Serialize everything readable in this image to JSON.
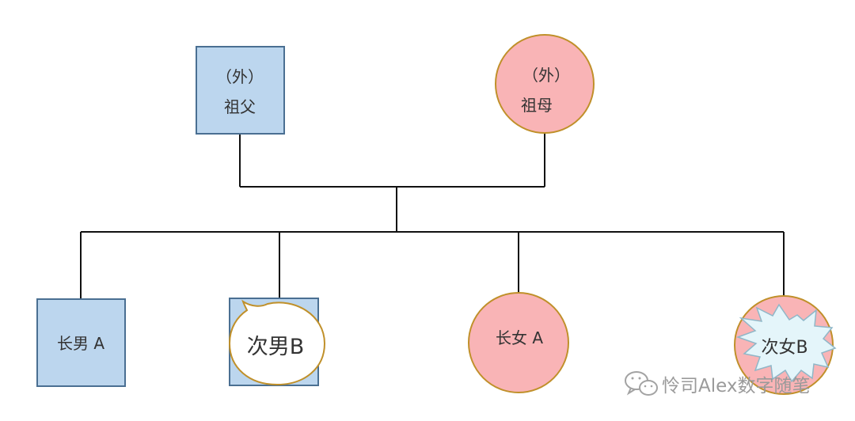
{
  "colors": {
    "male_fill": "#bcd6ee",
    "male_stroke": "#4a6f92",
    "female_fill": "#f9b4b6",
    "female_stroke": "#c0902a",
    "line": "#111111"
  },
  "grandparents": {
    "grandfather": {
      "line1": "（外）",
      "line2": "祖父"
    },
    "grandmother": {
      "line1": "（外）",
      "line2": "祖母"
    }
  },
  "children": {
    "eldest_son": "长男 A",
    "second_son": "次男B",
    "eldest_daughter": "长女 A",
    "second_daughter": "次女B"
  },
  "watermark": {
    "icon": "wechat-icon",
    "text": "怜司Alex数字随笔"
  }
}
